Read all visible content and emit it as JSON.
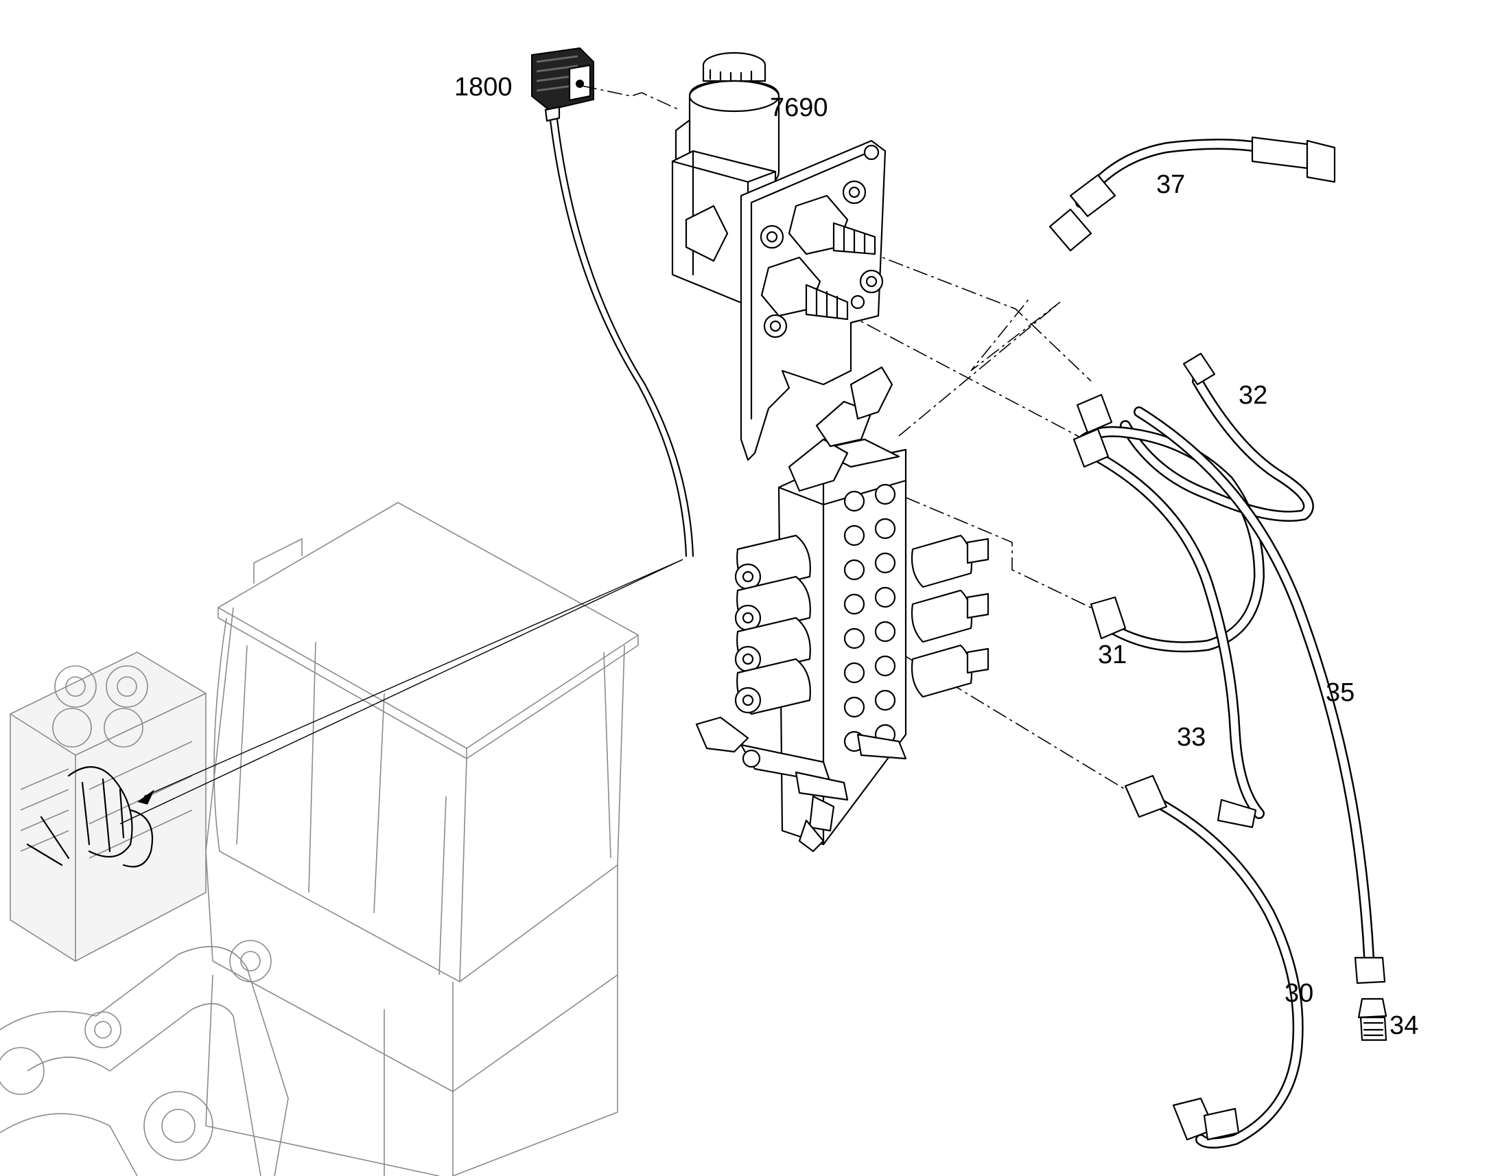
{
  "figure": {
    "background": "#ffffff",
    "line_color": "#000000",
    "context_color": "#8a8a8a"
  },
  "callouts": {
    "part_1800": "1800",
    "part_7690": "7690",
    "part_37": "37",
    "part_32": "32",
    "part_31": "31",
    "part_35": "35",
    "part_33": "33",
    "part_30": "30",
    "part_34": "34"
  }
}
